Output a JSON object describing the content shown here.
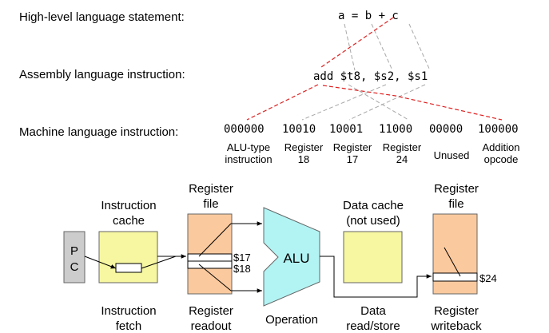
{
  "rows": {
    "high_level": "High-level language statement:",
    "assembly": "Assembly language instruction:",
    "machine": "Machine language instruction:"
  },
  "statement": "a = b + c",
  "assembly_instruction": "add $t8, $s2, $s1",
  "fields": [
    {
      "bits": "000000",
      "label_1": "ALU-type",
      "label_2": "instruction"
    },
    {
      "bits": "10010",
      "label_1": "Register",
      "label_2": "18"
    },
    {
      "bits": "10001",
      "label_1": "Register",
      "label_2": "17"
    },
    {
      "bits": "11000",
      "label_1": "Register",
      "label_2": "24"
    },
    {
      "bits": "00000",
      "label_1": "Unused",
      "label_2": ""
    },
    {
      "bits": "100000",
      "label_1": "Addition",
      "label_2": "opcode"
    }
  ],
  "pipeline": {
    "pc": {
      "line1": "P",
      "line2": "C"
    },
    "instruction_cache": {
      "title_1": "Instruction",
      "title_2": "cache",
      "caption_1": "Instruction",
      "caption_2": "fetch"
    },
    "register_file_read": {
      "title_1": "Register",
      "title_2": "file",
      "caption_1": "Register",
      "caption_2": "readout",
      "reg_a": "$17",
      "reg_b": "$18"
    },
    "alu": {
      "label": "ALU",
      "caption": "Operation"
    },
    "data_cache": {
      "title_1": "Data cache",
      "title_2": "(not used)",
      "caption_1": "Data",
      "caption_2": "read/store"
    },
    "register_file_write": {
      "title_1": "Register",
      "title_2": "file",
      "caption_1": "Register",
      "caption_2": "writeback",
      "reg": "$24"
    }
  },
  "colors": {
    "register_file": "#fbc99e",
    "instruction_cache": "#f6f7a0",
    "data_cache": "#f6f7a0",
    "alu": "#b2f4f4",
    "pc": "#cccccc",
    "red_dashed": "#e02020",
    "grey_dashed": "#a8a8a8"
  }
}
